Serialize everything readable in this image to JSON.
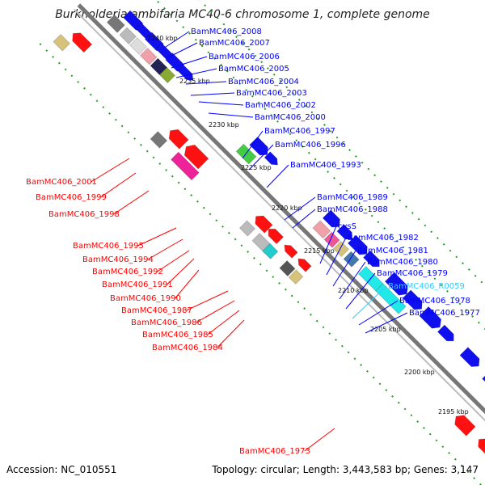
{
  "title": "Burkholderia ambifaria MC40-6 chromosome 1, complete genome",
  "footer": {
    "accession": "Accession: NC_010551",
    "topology": "Topology: circular; Length: 3,443,583 bp; Genes: 3,147"
  },
  "colors": {
    "forward_label": "#0000ff",
    "reverse_label": "#ff0000",
    "rna_label": "#33ccff",
    "backbone": "#888888",
    "ruler": "#339933"
  },
  "scale": {
    "unit": "kbp",
    "ticks": [
      {
        "label": "2240 kbp",
        "kbp": 2240
      },
      {
        "label": "2235 kbp",
        "kbp": 2235
      },
      {
        "label": "2230 kbp",
        "kbp": 2230
      },
      {
        "label": "2225 kbp",
        "kbp": 2225
      },
      {
        "label": "2220 kbp",
        "kbp": 2220
      },
      {
        "label": "2215 kbp",
        "kbp": 2215
      },
      {
        "label": "2210 kbp",
        "kbp": 2210
      },
      {
        "label": "2205 kbp",
        "kbp": 2205
      },
      {
        "label": "2200 kbp",
        "kbp": 2200
      },
      {
        "label": "2195 kbp",
        "kbp": 2195
      }
    ]
  },
  "forward_labels": [
    "BamMC406_2008",
    "BamMC406_2007",
    "BamMC406_2006",
    "BamMC406_2005",
    "BamMC406_2004",
    "BamMC406_2003",
    "BamMC406_2002",
    "BamMC406_2000",
    "BamMC406_1997",
    "BamMC406_1996",
    "BamMC406_1993",
    "BamMC406_1989",
    "BamMC406_1988",
    "cysS",
    "BamMC406_1982",
    "BamMC406_1981",
    "BamMC406_1980",
    "BamMC406_1979",
    "BamMC406_R0059",
    "BamMC406_1978",
    "BamMC406_1977"
  ],
  "reverse_labels": [
    "BamMC406_2001",
    "BamMC406_1999",
    "BamMC406_1998",
    "BamMC406_1995",
    "BamMC406_1994",
    "BamMC406_1992",
    "BamMC406_1991",
    "BamMC406_1990",
    "BamMC406_1987",
    "BamMC406_1986",
    "BamMC406_1985",
    "BamMC406_1984",
    "BamMC406_1973"
  ]
}
